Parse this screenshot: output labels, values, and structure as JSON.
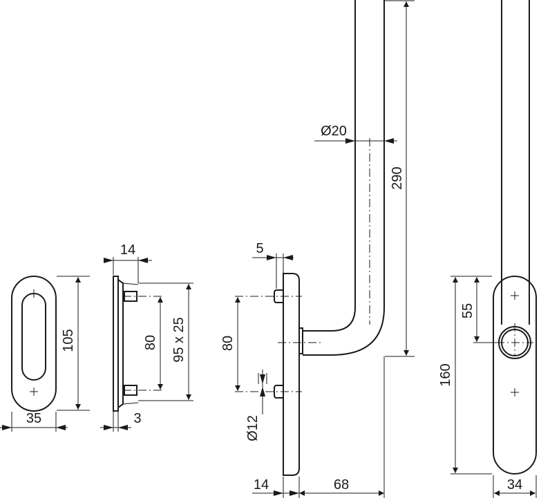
{
  "dimensions": {
    "rosette_width": "35",
    "rosette_height": "105",
    "side_depth": "14",
    "side_base": "3",
    "side_spacing": "80",
    "side_recess": "95 x 25",
    "handle_tube_dia": "Ø20",
    "handle_height": "290",
    "handle_top_offset": "5",
    "handle_spacing": "80",
    "handle_screw_dia": "Ø12",
    "handle_plate": "14",
    "handle_projection": "68",
    "front_spacing": "55",
    "front_height": "160",
    "front_width": "34"
  }
}
